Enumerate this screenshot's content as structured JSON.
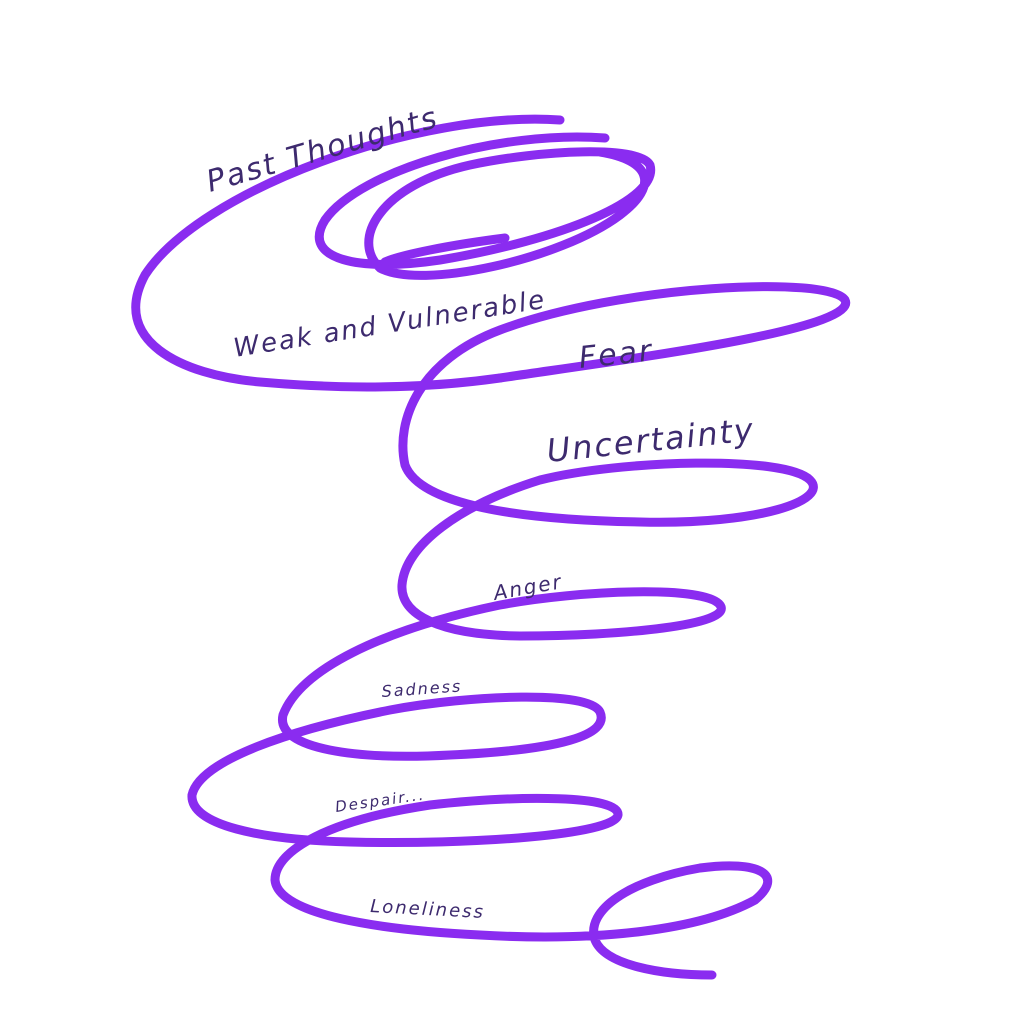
{
  "colors": {
    "scribble": "#8a2cf0",
    "text": "#3d2a6e",
    "background": "#ffffff"
  },
  "labels": {
    "past_thoughts": "Past Thoughts",
    "weak_vulnerable": "Weak and Vulnerable",
    "fear": "Fear",
    "uncertainty": "Uncertainty",
    "anger": "Anger",
    "sadness": "Sadness",
    "despair": "Despair...",
    "loneliness": "Loneliness"
  }
}
